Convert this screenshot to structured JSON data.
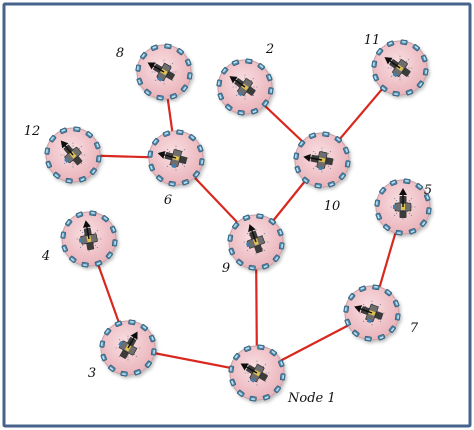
{
  "diagram": {
    "colors": {
      "background": "#ffffff",
      "border": "#46638c",
      "edge": "#d8281f",
      "node_fill": "#f2c6cb",
      "node_stroke": "#c9a1a6",
      "sensor_fill": "#4a86a8",
      "label": "#111111"
    },
    "icons": {
      "node": "robot-node-icon",
      "sensor": "sensor-module-icon"
    },
    "nodes": [
      {
        "id": "1",
        "label": "Node 1"
      },
      {
        "id": "2",
        "label": "2"
      },
      {
        "id": "3",
        "label": "3"
      },
      {
        "id": "4",
        "label": "4"
      },
      {
        "id": "5",
        "label": "5"
      },
      {
        "id": "6",
        "label": "6"
      },
      {
        "id": "7",
        "label": "7"
      },
      {
        "id": "8",
        "label": "8"
      },
      {
        "id": "9",
        "label": "9"
      },
      {
        "id": "10",
        "label": "10"
      },
      {
        "id": "11",
        "label": "11"
      },
      {
        "id": "12",
        "label": "12"
      }
    ],
    "edges": [
      {
        "from": "8",
        "to": "6"
      },
      {
        "from": "12",
        "to": "6"
      },
      {
        "from": "6",
        "to": "9"
      },
      {
        "from": "2",
        "to": "10"
      },
      {
        "from": "11",
        "to": "10"
      },
      {
        "from": "10",
        "to": "9"
      },
      {
        "from": "9",
        "to": "1"
      },
      {
        "from": "4",
        "to": "3"
      },
      {
        "from": "3",
        "to": "1"
      },
      {
        "from": "1",
        "to": "7"
      },
      {
        "from": "7",
        "to": "5"
      }
    ]
  }
}
